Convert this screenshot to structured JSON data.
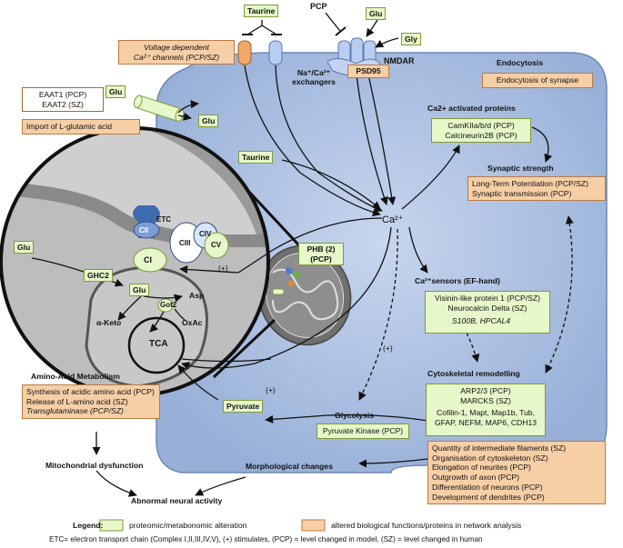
{
  "labels": {
    "taurine_top": "Taurine",
    "pcp_top": "PCP",
    "glu_top": "Glu",
    "gly": "Gly",
    "nmdar": "NMDAR",
    "psd95": "PSD95",
    "na_ca_exchangers": "Na⁺/Ca²⁺ exchangers",
    "glu_left": "Glu",
    "glu_right": "Glu",
    "taurine_mid": "Taurine",
    "ca2": "Ca²⁺",
    "etc": "ETC",
    "ci": "CI",
    "cii": "CII",
    "ciii": "CIII",
    "civ": "CIV",
    "cv": "CV",
    "glu_inset": "Glu",
    "ghc2": "GHC2",
    "glu_inner": "Glu",
    "got2": "Got2",
    "asp": "Asp",
    "oxac": "OxAc",
    "aketo": "α-Keto",
    "tca": "TCA",
    "plus1": "(+)",
    "plus2": "(+)",
    "plus3": "(+)",
    "pyruvate": "Pyruvate",
    "glycolysis": "Glycolysis",
    "mito_dysfunction": "Mitochondrial dysfunction",
    "morphological_changes": "Morphological changes",
    "abnormal_neural": "Abnormal neural activity",
    "amino_acid_metabolism": "Amino-Acid Metabolism",
    "endocytosis": "Endocytosis",
    "ca_activated": "Ca2+ activated proteins",
    "synaptic_strength": "Synaptic strength",
    "ca_sensors": "Ca²⁺sensors (EF-hand)",
    "cytoskeletal_remodelling": "Cytoskeletal remodelling",
    "phb": "PHB (2)\n(PCP)"
  },
  "boxes": {
    "voltage_ca": "Voltage dependent\nCa²⁺ channels (PCP/SZ)",
    "eaat": "EAAT1 (PCP)\nEAAT2 (SZ)",
    "import_glu": "Import of L-glutamic acid",
    "endocytosis_syn": "Endocytosis of synapse",
    "camk": "CamKIIa/b/d (PCP)\nCalcineurin2B (PCP)",
    "synaptic": "Long-Term Potentiation (PCP/SZ)\nSynaptic transmission (PCP)",
    "visinin": "Visinin-like protein 1 (PCP/SZ)\nNeurocalcin Delta (SZ)",
    "s100b": "S100B, HPCAL4",
    "cyto_green": "ARP2/3 (PCP)\nMARCKS (SZ)",
    "cyto_green2": "Cofilin-1, Mapt, Map1b, Tub,\nGFAP, NEFM, MAP6, CDH13",
    "pyruvate_kinase": "Pyruvate Kinase (PCP)",
    "amino_acid": "Synthesis of acidic amino acid (PCP)\nRelease of L-amino acid (SZ)",
    "transglutaminase": "Transglutaminase (PCP/SZ)",
    "morph": "Quantity of intermediate filaments (SZ)\nOrganisation of cytoskeleton (SZ)\nElongation of neurites  (PCP)\nOutgrowth of axon (PCP)\nDifferentiation of neurons (PCP)\nDevelopment of dendrites (PCP)"
  },
  "legend": {
    "title": "Legend:",
    "green_label": "proteomic/metabonomic alteration",
    "orange_label": "altered biological functions/proteins in network analysis",
    "etc_note": "ETC= electron transport chain (Complex I,II,III,IV,V), (+) stimulates, (PCP) = level changed in model, (SZ) = level changed in human",
    "green_color": "#e6f7c9",
    "orange_color": "#f7cfa6"
  },
  "colors": {
    "cell": "#a9bedf",
    "cell_border": "#5e7fae",
    "mito_outer": "#7d7d7d",
    "inset_bg": "#d2d2d2"
  }
}
